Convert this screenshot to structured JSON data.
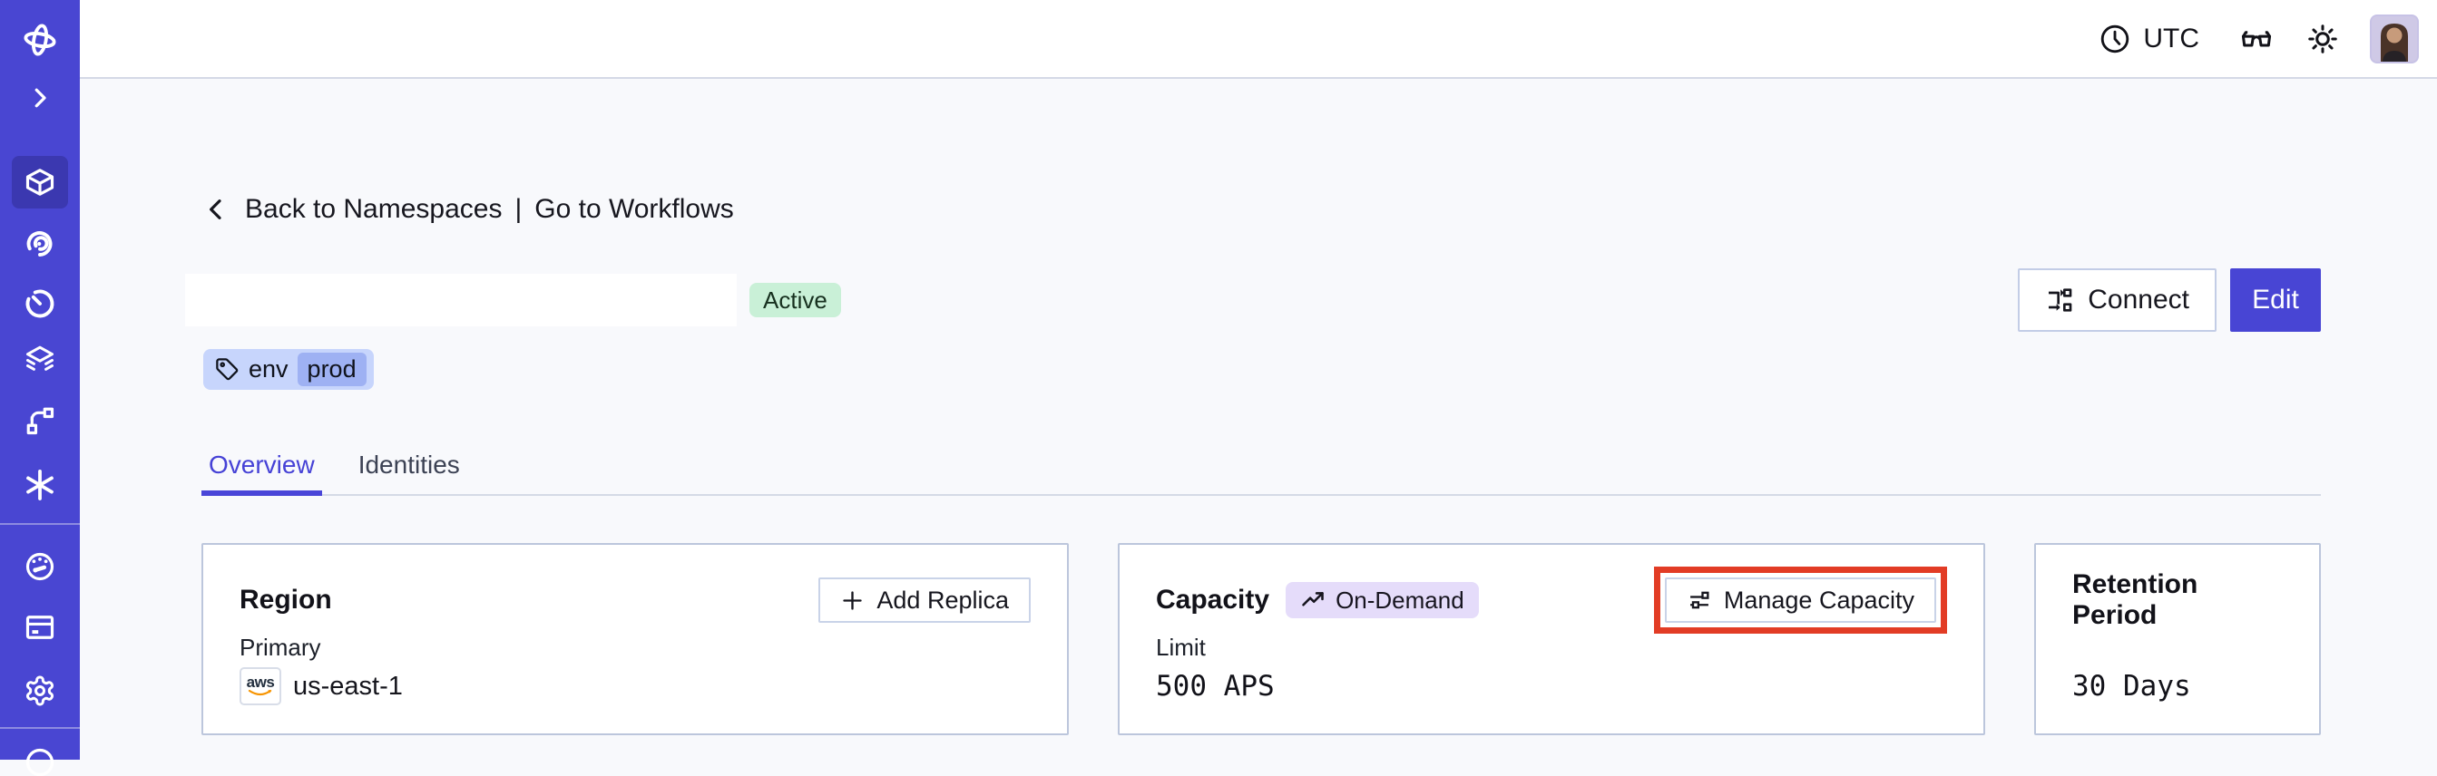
{
  "topbar": {
    "timezone_label": "UTC",
    "icons": [
      "clock-icon",
      "glasses-icon",
      "brightness-icon"
    ],
    "avatar": "user-avatar"
  },
  "sidebar": {
    "items": [
      {
        "icon": "temporal-logo"
      },
      {
        "icon": "expand-chevron-right-icon"
      },
      {
        "icon": "namespaces-cube-icon",
        "active": true
      },
      {
        "icon": "workflows-spiral-icon"
      },
      {
        "icon": "schedules-timer-icon"
      },
      {
        "icon": "deployments-layers-icon"
      },
      {
        "icon": "batch-branch-icon"
      },
      {
        "icon": "nexus-asterisk-icon"
      },
      {
        "icon": "usage-gauge-icon"
      },
      {
        "icon": "billing-card-icon"
      },
      {
        "icon": "settings-gear-icon"
      },
      {
        "icon": "account-partial-icon"
      }
    ]
  },
  "breadcrumb": {
    "back_label": "Back to Namespaces",
    "separator": "|",
    "workflows_label": "Go to Workflows"
  },
  "namespace": {
    "title_redacted": "",
    "status_badge": "Active",
    "tag": {
      "key": "env",
      "value": "prod"
    },
    "actions": {
      "connect": "Connect",
      "edit": "Edit"
    }
  },
  "tabs": [
    {
      "label": "Overview",
      "active": true
    },
    {
      "label": "Identities",
      "active": false
    }
  ],
  "cards": {
    "region": {
      "title": "Region",
      "add_replica_button": "Add Replica",
      "label": "Primary",
      "provider": "aws",
      "value": "us-east-1"
    },
    "capacity": {
      "title": "Capacity",
      "badge": "On-Demand",
      "manage_button": "Manage Capacity",
      "label": "Limit",
      "value": "500 APS",
      "highlighted": true
    },
    "retention": {
      "title": "Retention Period",
      "value": "30 Days"
    }
  },
  "colors": {
    "sidebar": "#4946d2",
    "sidebar_active": "#3b38b0",
    "accent_indigo": "#4845d4",
    "status_green_bg": "#c9f0d7",
    "tag_blue_bg": "#c7d5fc",
    "tag_blue_inner": "#9eb1f3",
    "ondemand_lavender": "#e5dcfa",
    "highlight_red": "#e23c25",
    "page_bg": "#f8f9fc",
    "card_border": "#bcc6dc",
    "aws_orange": "#f79400"
  }
}
